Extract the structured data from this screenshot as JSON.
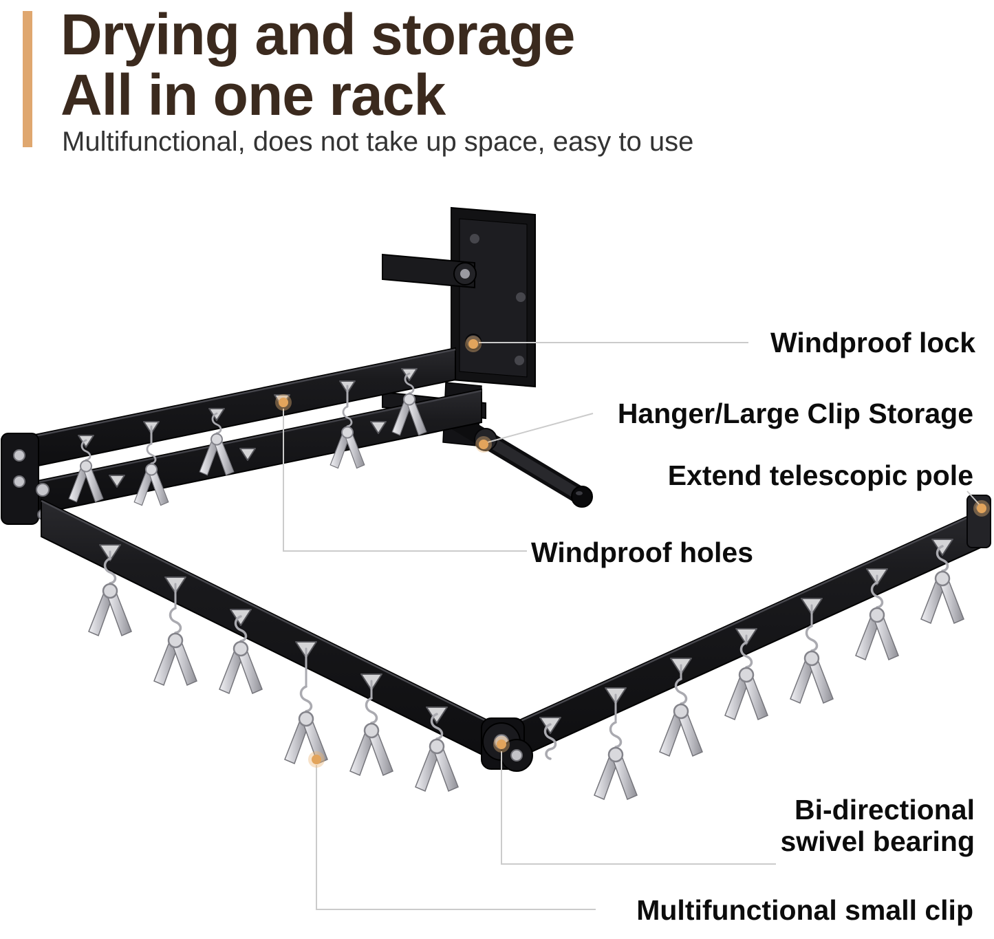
{
  "page": {
    "background": "#ffffff"
  },
  "header": {
    "accent_color": "#DFA76F",
    "title_line1": "Drying and storage",
    "title_line2": "All in one rack",
    "title_color": "#3B2A1E",
    "subtitle": "Multifunctional, does not take up space, easy to use",
    "subtitle_color": "#333333"
  },
  "product": {
    "name": "wall-mounted folding clothes drying rack",
    "body_color": "#18181A",
    "clip_color": "#C9C9CE"
  },
  "callouts": {
    "line_color": "#CBCBCB",
    "dot_color": "#E2A45C",
    "items": [
      {
        "id": "windproof-lock",
        "label": "Windproof lock"
      },
      {
        "id": "hanger-large-clip-storage",
        "label": "Hanger/Large Clip Storage"
      },
      {
        "id": "extend-telescopic-pole",
        "label": "Extend telescopic pole"
      },
      {
        "id": "windproof-holes",
        "label": "Windproof holes"
      },
      {
        "id": "bi-directional-swivel-bearing",
        "label": "Bi-directional swivel bearing"
      },
      {
        "id": "multifunctional-small-clip",
        "label": "Multifunctional small clip"
      }
    ]
  }
}
